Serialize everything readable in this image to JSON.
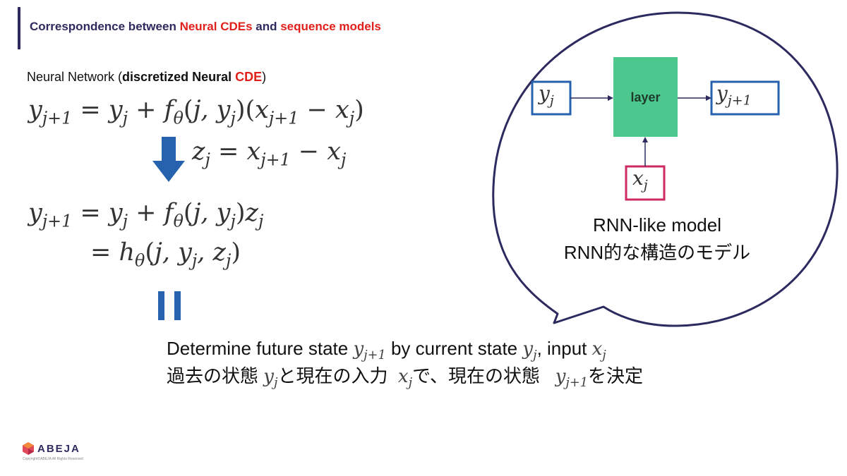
{
  "slide": {
    "title_prefix": "Correspondence between ",
    "title_hl1": "Neural CDEs",
    "title_mid": " and ",
    "title_hl2": "sequence models"
  },
  "left": {
    "label_prefix": "Neural Network (",
    "label_bold": "discretized Neural ",
    "label_red": "CDE",
    "label_suffix": ")"
  },
  "bottom": {
    "line1_a": "Determine future state",
    "line1_b": "by current state",
    "line1_c": ", input",
    "line2_a": "過去の状態",
    "line2_b": "と現在の入力",
    "line2_c": "で、現在の状態",
    "line2_d": "を決定"
  },
  "diagram": {
    "layer_label": "layer",
    "caption_en": "RNN-like model",
    "caption_ja": "RNN的な構造のモデル"
  },
  "footer": {
    "brand": "ABEJA",
    "copyright": "Copyright©ABEJA All Rights Reserved"
  },
  "colors": {
    "title": "#2c2a5e",
    "highlight": "#e0201b",
    "arrow": "#2662ad",
    "layer_fill": "#4cc88e",
    "y_box": "#2662ad",
    "x_box": "#cf2a61"
  }
}
